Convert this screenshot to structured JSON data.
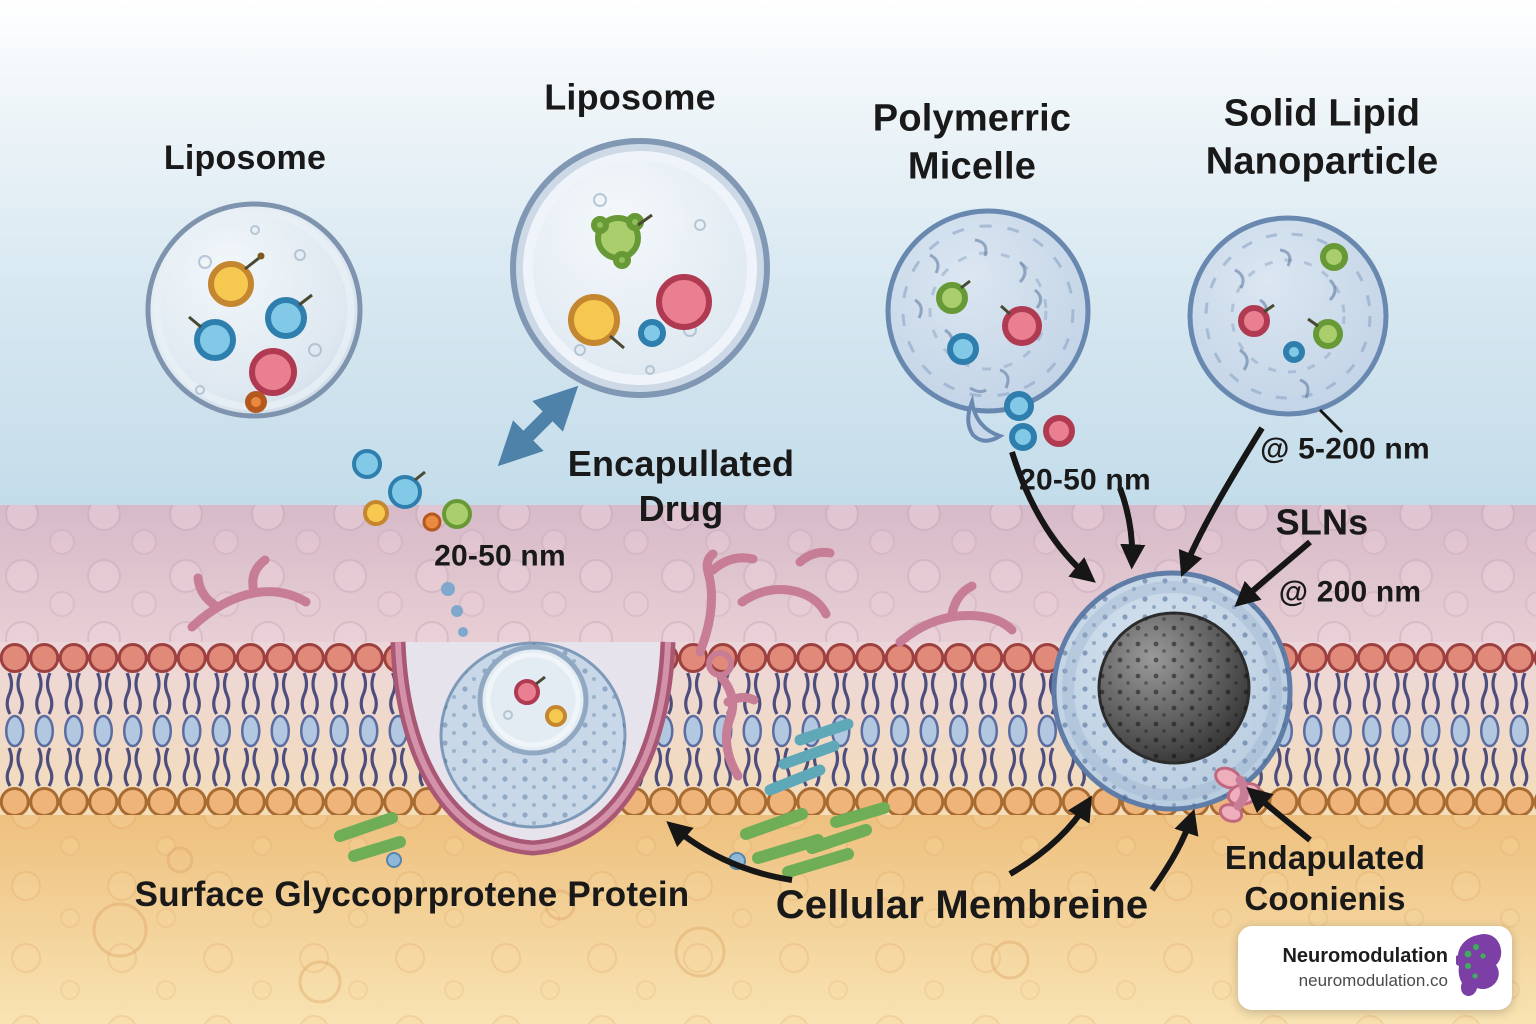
{
  "diagram": {
    "titles": {
      "liposome_left": "Liposome",
      "liposome_top": "Liposome",
      "polymeric_micelle": "Polymerric\nMicelle",
      "solid_lipid_nanoparticle": "Solid Lipid\nNanoparticle"
    },
    "annotations": {
      "encapsulated_drug": "Encapullated\nDrug",
      "size_left": "20-50 nm",
      "size_micelle": "20-50 nm",
      "size_sln_range": "@ 5-200 nm",
      "slns": "SLNs",
      "size_sln": "@ 200 nm",
      "surface_protein": "Surface Glyccoprprotene Protein",
      "cellular_membrane": "Cellular Membreine",
      "encapsulated_contents": "Endapulated\nCoonienis"
    },
    "colors": {
      "background_top": "#eaf2f8",
      "extracellular_band": "#ddc1ce",
      "intracellular_band": "#f3cf92",
      "membrane_head_outer": "#e28a7a",
      "membrane_head_inner": "#eeb47a",
      "lipid_tail": "#4e4e7e",
      "vesicle_blue": "#c8d8e8",
      "arrow_black": "#161616",
      "arrow_blue": "#4f82a8",
      "watermark_purple": "#7b3fa5",
      "watermark_green": "#3fae5a"
    }
  },
  "watermark": {
    "title": "Neuromodulation",
    "subtitle": "neuromodulation.co"
  }
}
